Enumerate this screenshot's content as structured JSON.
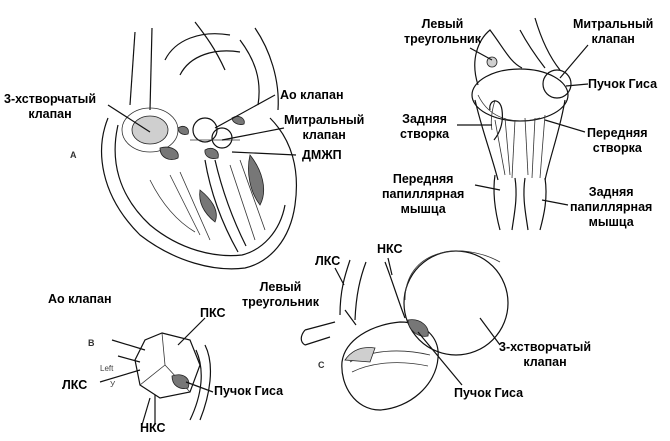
{
  "panels": {
    "a": "A",
    "b": "B",
    "c": "C"
  },
  "panel_a": {
    "tricuspid": "3-хстворчатый\nклапан",
    "aortic_valve": "Ао клапан",
    "mitral_valve": "Митральный\nклапан",
    "dmzhp": "ДМЖП"
  },
  "panel_top_right": {
    "left_trigone": "Левый\nтреугольник",
    "mitral_valve": "Митральный\nклапан",
    "his_bundle": "Пучок Гиса",
    "posterior_leaflet": "Задняя\nстворка",
    "anterior_leaflet": "Передняя\nстворка",
    "anterior_papillary": "Передняя\nпапиллярная\nмышца",
    "posterior_papillary": "Задняя\nпапиллярная\nмышца"
  },
  "panel_b": {
    "aortic_valve": "Ао клапан",
    "pks": "ПКС",
    "lks": "ЛКС",
    "his_bundle": "Пучок Гиса",
    "nks": "НКС",
    "left_small": "Left",
    "u_small": "У"
  },
  "panel_c": {
    "lks": "ЛКС",
    "nks": "НКС",
    "left_trigone": "Левый\nтреугольник",
    "tricuspid": "3-хстворчатый\nклапан",
    "his_bundle": "Пучок Гиса"
  }
}
